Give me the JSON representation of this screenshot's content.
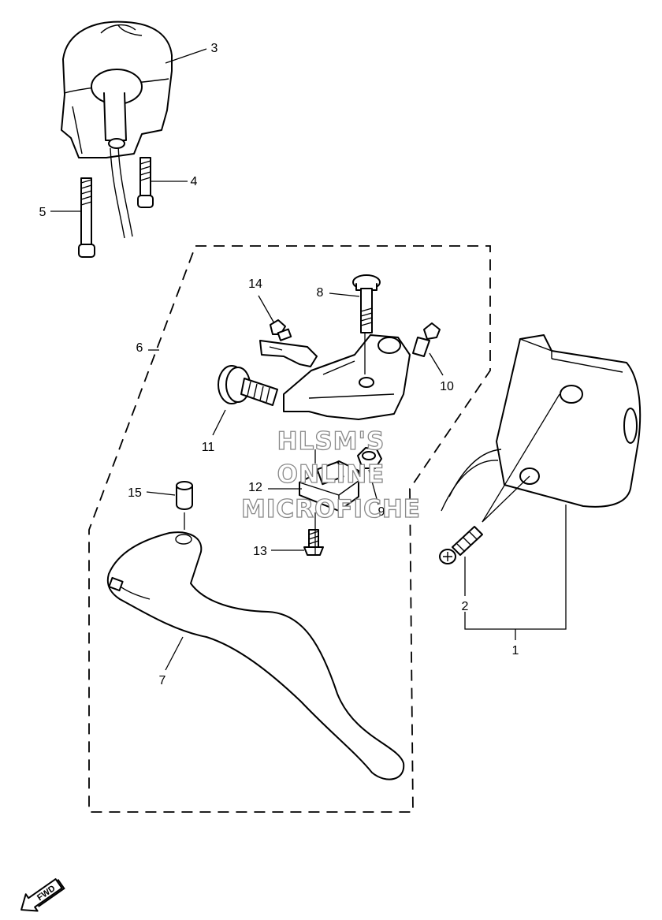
{
  "diagram": {
    "callouts": [
      "1",
      "2",
      "3",
      "4",
      "5",
      "6",
      "7",
      "8",
      "9",
      "10",
      "11",
      "12",
      "13",
      "14",
      "15"
    ],
    "watermark": [
      "HLSM'S",
      "ONLINE",
      "MICROFICHE"
    ],
    "fwd_label": "FWD"
  }
}
